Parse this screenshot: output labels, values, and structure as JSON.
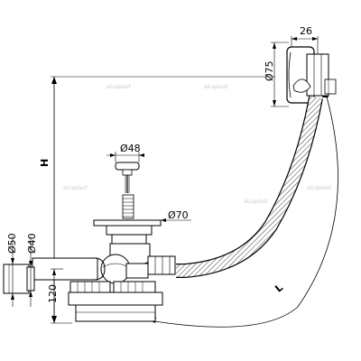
{
  "dimensions": {
    "d75": "Ø75",
    "w26": "26",
    "d48": "Ø48",
    "d70": "Ø70",
    "d50": "Ø50",
    "d40": "Ø40",
    "h120": "120",
    "H": "H",
    "L": "L"
  },
  "watermark": "alcaplast"
}
